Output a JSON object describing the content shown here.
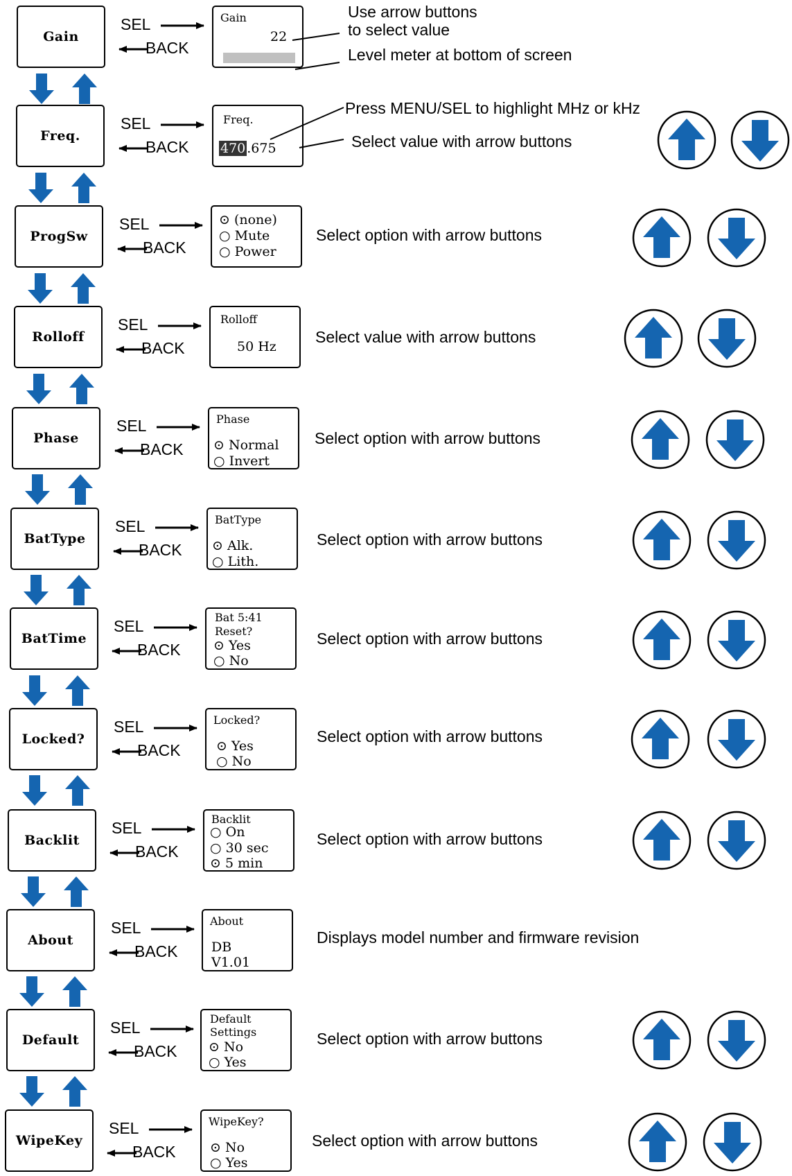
{
  "nav": {
    "sel": "SEL",
    "back": "BACK"
  },
  "arrow_color": "#1565b0",
  "highlight_color": "#333333",
  "meter_color": "#c0c0c0",
  "rows": [
    {
      "name": "Gain",
      "lcd_title": "Gain",
      "lcd_value": "22",
      "notes": [
        "Use arrow buttons",
        "to select value",
        "Level meter at bottom of screen"
      ]
    },
    {
      "name": "Freq.",
      "lcd_title": "Freq.",
      "freq_hi": "470",
      "freq_lo": ".675",
      "notes": [
        "Press MENU/SEL to highlight MHz or kHz",
        "Select value with arrow buttons"
      ]
    },
    {
      "name": "ProgSw",
      "options": [
        "(none)",
        "Mute",
        "Power"
      ],
      "selected": 0,
      "desc": "Select option with arrow buttons"
    },
    {
      "name": "Rolloff",
      "lcd_title": "Rolloff",
      "lcd_value": "50 Hz",
      "desc": "Select value with arrow buttons"
    },
    {
      "name": "Phase",
      "lcd_title": "Phase",
      "options": [
        "Normal",
        "Invert"
      ],
      "selected": 0,
      "desc": "Select option with arrow buttons"
    },
    {
      "name": "BatType",
      "lcd_title": "BatType",
      "options": [
        "Alk.",
        "Lith."
      ],
      "selected": 0,
      "desc": "Select option with arrow buttons"
    },
    {
      "name": "BatTime",
      "lcd_title": "Bat 5:41",
      "lcd_sub": "Reset?",
      "options": [
        "Yes",
        "No"
      ],
      "selected": 0,
      "desc": "Select option with arrow buttons"
    },
    {
      "name": "Locked?",
      "lcd_title": "Locked?",
      "options": [
        "Yes",
        "No"
      ],
      "selected": 0,
      "desc": "Select option with arrow buttons"
    },
    {
      "name": "Backlit",
      "lcd_title": "Backlit",
      "options": [
        "On",
        "30 sec",
        "5 min"
      ],
      "selected": 2,
      "desc": "Select option with arrow buttons"
    },
    {
      "name": "About",
      "lcd_title": "About",
      "lcd_lines": [
        "DB",
        "V1.01"
      ],
      "desc": "Displays model number and firmware revision"
    },
    {
      "name": "Default",
      "lcd_title": "Default",
      "lcd_sub": "Settings",
      "options": [
        "No",
        "Yes"
      ],
      "selected": 0,
      "desc": "Select option with arrow buttons"
    },
    {
      "name": "WipeKey",
      "lcd_title": "WipeKey?",
      "options": [
        "No",
        "Yes"
      ],
      "selected": 0,
      "desc": "Select option with arrow buttons"
    }
  ]
}
